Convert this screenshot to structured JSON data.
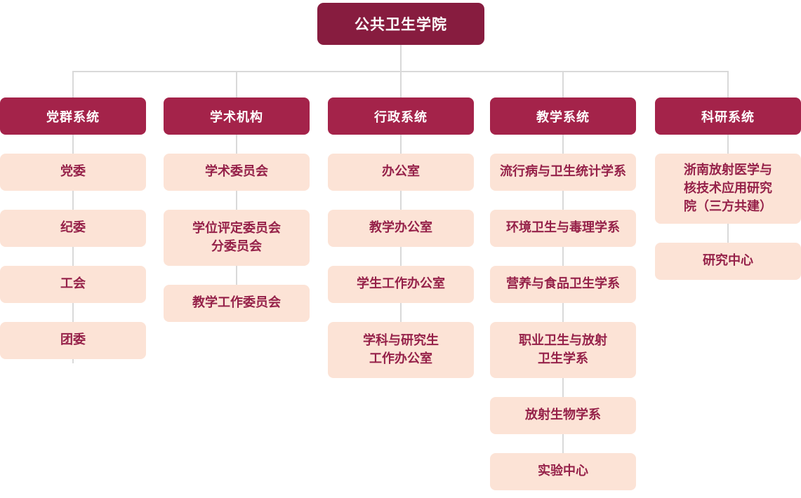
{
  "palette": {
    "root_bg": "#871c3f",
    "header_bg": "#a4234a",
    "header_text": "#ffffff",
    "item_bg": "#fce3d6",
    "item_text": "#952149",
    "connector": "#d9d9d9"
  },
  "root": {
    "label": "公共卫生学院"
  },
  "columns": [
    {
      "header": "党群系统",
      "items": [
        {
          "label": "党委"
        },
        {
          "label": "纪委"
        },
        {
          "label": "工会"
        },
        {
          "label": "团委"
        }
      ]
    },
    {
      "header": "学术机构",
      "items": [
        {
          "label": "学术委员会"
        },
        {
          "label": "学位评定委员会\n分委员会"
        },
        {
          "label": "教学工作委员会"
        }
      ]
    },
    {
      "header": "行政系统",
      "items": [
        {
          "label": "办公室"
        },
        {
          "label": "教学办公室"
        },
        {
          "label": "学生工作办公室"
        },
        {
          "label": "学科与研究生\n工作办公室"
        }
      ]
    },
    {
      "header": "教学系统",
      "items": [
        {
          "label": "流行病与卫生统计学系"
        },
        {
          "label": "环境卫生与毒理学系"
        },
        {
          "label": "营养与食品卫生学系"
        },
        {
          "label": "职业卫生与放射\n卫生学系"
        },
        {
          "label": "放射生物学系"
        },
        {
          "label": "实验中心"
        }
      ]
    },
    {
      "header": "科研系统",
      "items": [
        {
          "label": "浙南放射医学与\n核技术应用研究\n院（三方共建）"
        },
        {
          "label": "研究中心"
        }
      ]
    }
  ]
}
